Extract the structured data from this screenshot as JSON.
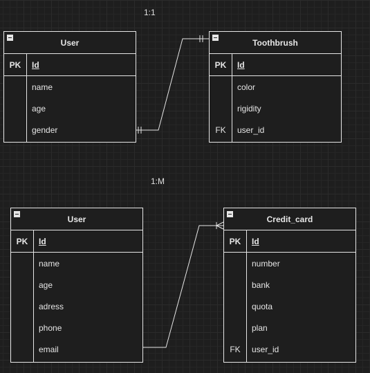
{
  "diagram": {
    "label_one_to_one": "1:1",
    "label_one_to_many": "1:M",
    "entities": [
      {
        "title": "User",
        "pk": {
          "key": "PK",
          "name": "Id"
        },
        "fields": [
          {
            "key": "",
            "name": "name"
          },
          {
            "key": "",
            "name": "age"
          },
          {
            "key": "",
            "name": "gender"
          }
        ]
      },
      {
        "title": "Toothbrush",
        "pk": {
          "key": "PK",
          "name": "Id"
        },
        "fields": [
          {
            "key": "",
            "name": "color"
          },
          {
            "key": "",
            "name": "rigidity"
          },
          {
            "key": "FK",
            "name": "user_id"
          }
        ]
      },
      {
        "title": "User",
        "pk": {
          "key": "PK",
          "name": "Id"
        },
        "fields": [
          {
            "key": "",
            "name": "name"
          },
          {
            "key": "",
            "name": "age"
          },
          {
            "key": "",
            "name": "adress"
          },
          {
            "key": "",
            "name": "phone"
          },
          {
            "key": "",
            "name": "email"
          }
        ]
      },
      {
        "title": "Credit_card",
        "pk": {
          "key": "PK",
          "name": "Id"
        },
        "fields": [
          {
            "key": "",
            "name": "number"
          },
          {
            "key": "",
            "name": "bank"
          },
          {
            "key": "",
            "name": "quota"
          },
          {
            "key": "",
            "name": "plan"
          },
          {
            "key": "FK",
            "name": "user_id"
          }
        ]
      }
    ]
  }
}
